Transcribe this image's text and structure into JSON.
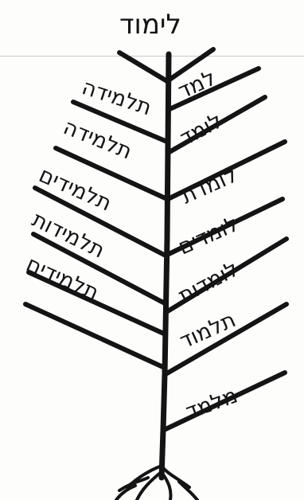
{
  "tree": {
    "root_word": "לימוד",
    "right_branches": [
      "למד",
      "לומד",
      "לומדת",
      "לומדים",
      "לומדות",
      "תלמוד",
      "מלמד"
    ],
    "left_branches": [
      "תלמידה",
      "תלמידה",
      "תלמידים",
      "תלמידות",
      "תלמידים"
    ]
  },
  "colors": {
    "ink": "#141414",
    "paper": "#fdfdfc"
  }
}
